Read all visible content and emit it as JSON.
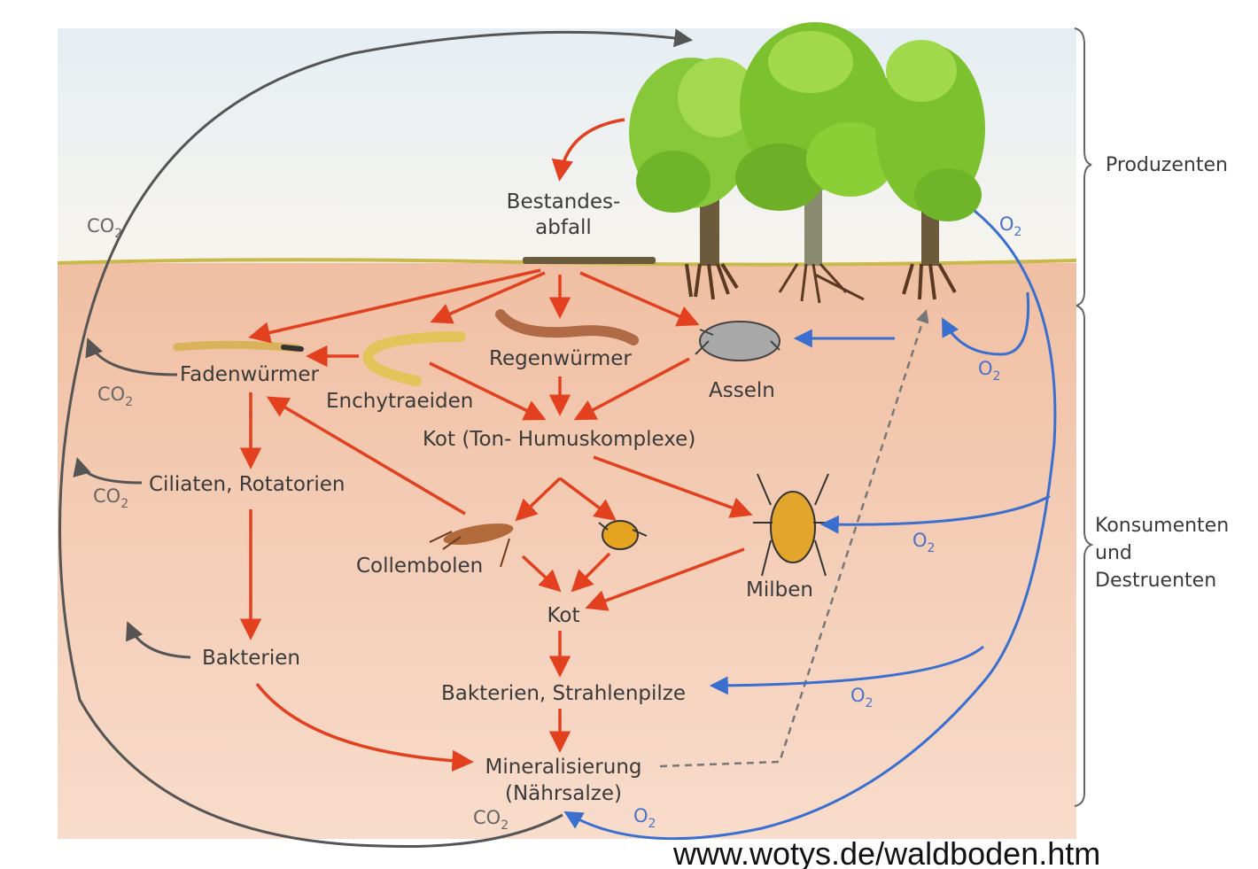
{
  "labels": {
    "produzenten": "Produzenten",
    "konsumenten_1": "Konsumenten",
    "konsumenten_2": "und",
    "konsumenten_3": "Destruenten",
    "bestandesabfall_1": "Bestandes-",
    "bestandesabfall_2": "abfall",
    "fadenwuermer": "Fadenwürmer",
    "enchytraeiden": "Enchytraeiden",
    "regenwuermer": "Regenwürmer",
    "asseln": "Asseln",
    "kot_komplex": "Kot (Ton- Humuskomplexe)",
    "ciliaten": "Ciliaten, Rotatorien",
    "collembolen": "Collembolen",
    "milben": "Milben",
    "kot": "Kot",
    "bakterien": "Bakterien",
    "bakterien_strahlenpilze": "Bakterien, Strahlenpilze",
    "mineralisierung_1": "Mineralisierung",
    "mineralisierung_2": "(Nährsalze)"
  },
  "gases": {
    "co2_base": "CO",
    "o2_base": "O",
    "subscript": "2"
  },
  "source_url": "www.wotys.de/waldboden.htm",
  "colors": {
    "soil": "#f2c7ad",
    "sky": "#eef4f7",
    "food_arrow": "#e2401f",
    "co2_arrow": "#555555",
    "o2_arrow": "#3a6fd0",
    "tree_green": "#7cc22e",
    "trunk": "#6b5a3c"
  }
}
